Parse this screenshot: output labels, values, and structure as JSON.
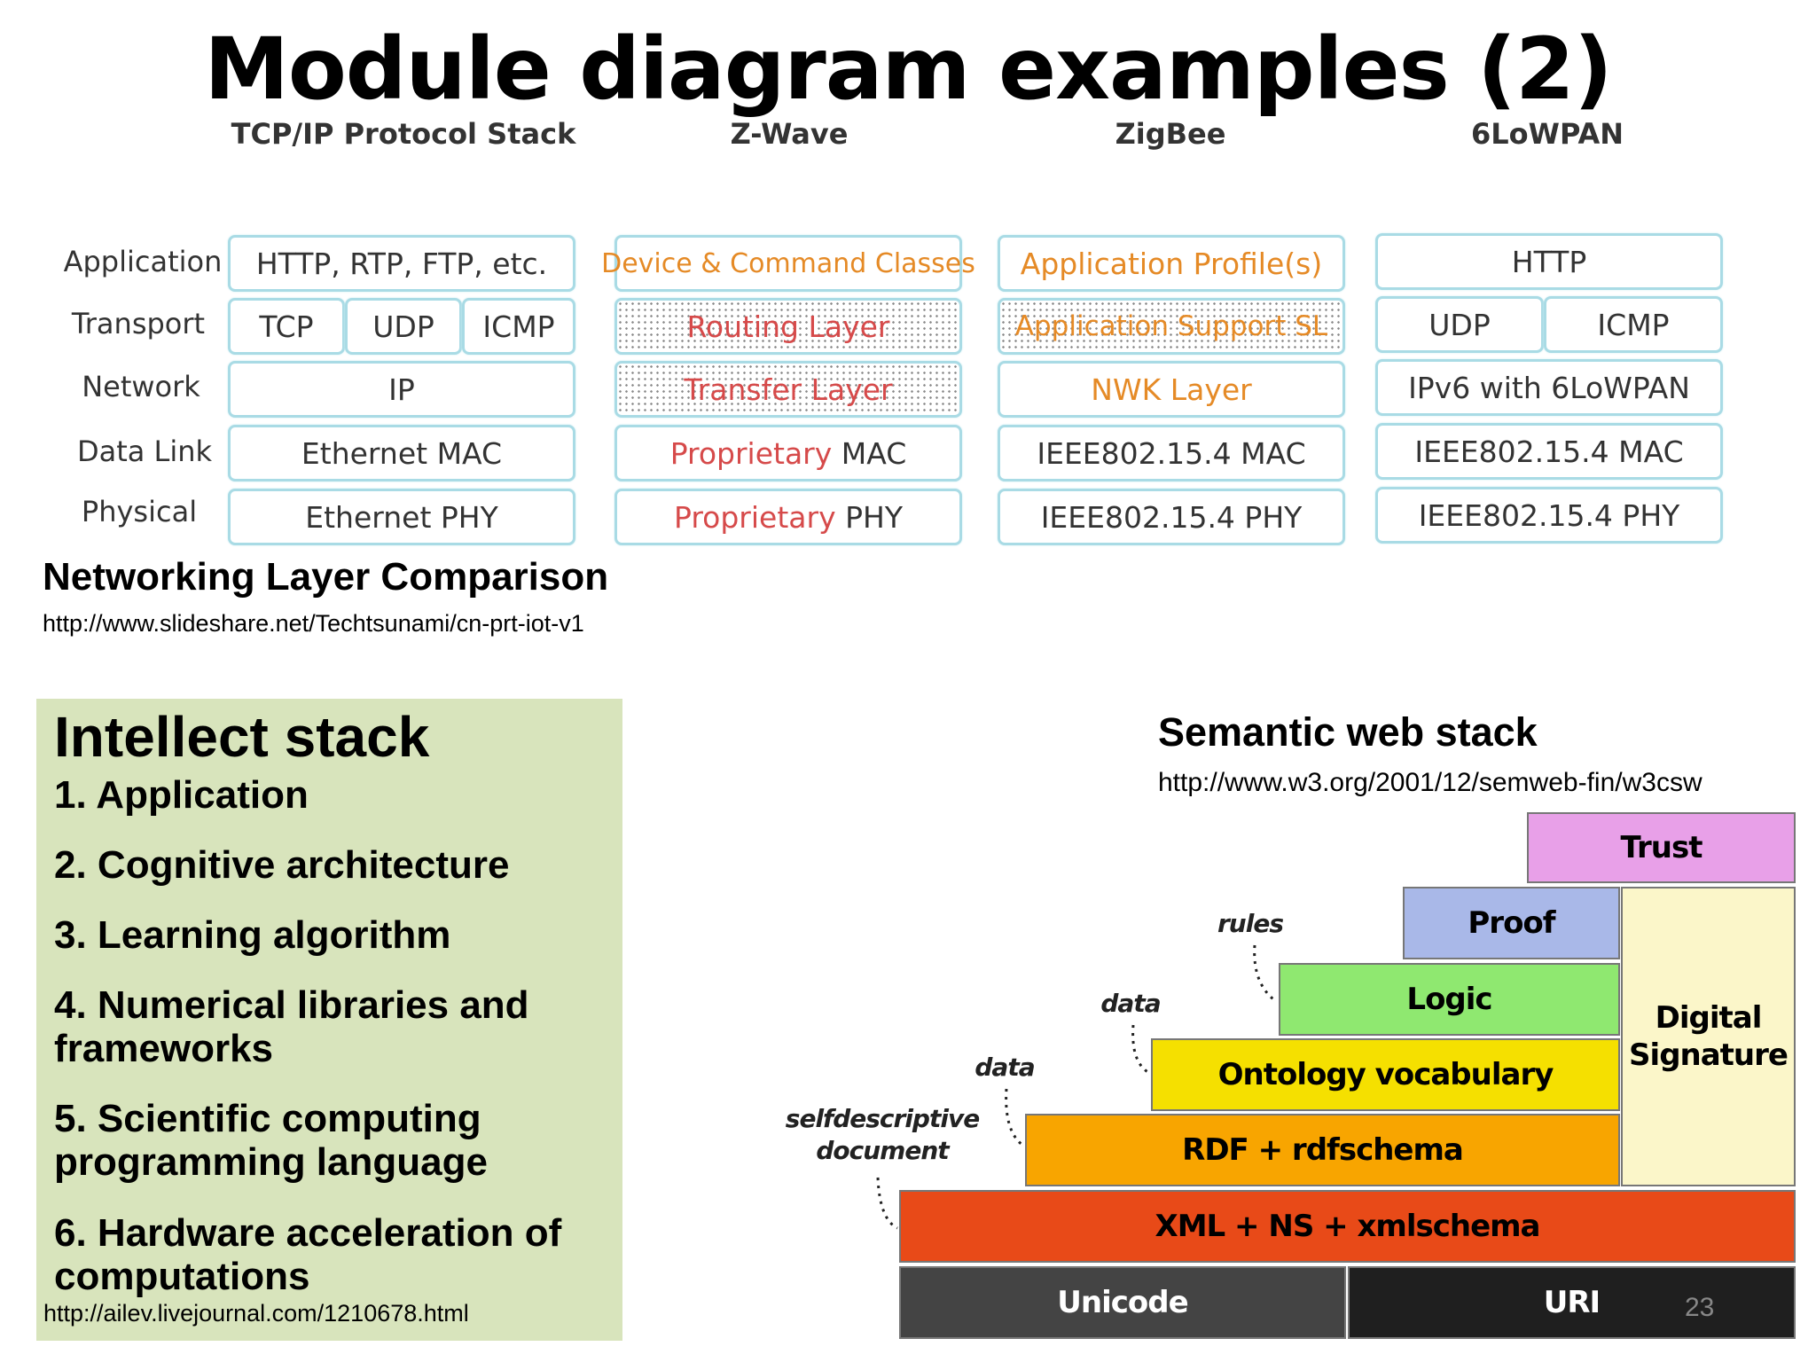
{
  "slide": {
    "title": "Module diagram examples (2)",
    "page_number": "23"
  },
  "networking": {
    "columns": [
      "TCP/IP Protocol Stack",
      "Z-Wave",
      "ZigBee",
      "6LoWPAN"
    ],
    "row_labels": [
      "Application",
      "Transport",
      "Network",
      "Data Link",
      "Physical"
    ],
    "tcpip": {
      "application": "HTTP, RTP, FTP, etc.",
      "transport": [
        "TCP",
        "UDP",
        "ICMP"
      ],
      "network": "IP",
      "datalink": "Ethernet MAC",
      "physical": "Ethernet PHY"
    },
    "zwave": {
      "application": "Device & Command Classes",
      "transport": "Routing Layer",
      "network": "Transfer Layer",
      "datalink_a": "Proprietary",
      "datalink_b": "MAC",
      "physical_a": "Proprietary",
      "physical_b": "PHY"
    },
    "zigbee": {
      "application": "Application Profile(s)",
      "transport": "Application Support SL",
      "network": "NWK Layer",
      "datalink": "IEEE802.15.4 MAC",
      "physical": "IEEE802.15.4 PHY"
    },
    "sixlowpan": {
      "application": "HTTP",
      "transport": [
        "UDP",
        "ICMP"
      ],
      "network": "IPv6 with 6LoWPAN",
      "datalink": "IEEE802.15.4 MAC",
      "physical": "IEEE802.15.4 PHY"
    },
    "caption": "Networking Layer Comparison",
    "source_url": "http://www.slideshare.net/Techtsunami/cn-prt-iot-v1"
  },
  "intellect": {
    "title": "Intellect stack",
    "items": [
      "1. Application",
      "2. Cognitive architecture",
      "3. Learning algorithm",
      "4. Numerical libraries and frameworks",
      "5. Scientific computing programming language",
      "6. Hardware acceleration of computations"
    ],
    "source_url": "http://ailev.livejournal.com/1210678.html"
  },
  "semantic_web": {
    "title": "Semantic web stack",
    "source_url": "http://www.w3.org/2001/12/semweb-fin/w3csw",
    "layers": {
      "trust": "Trust",
      "proof": "Proof",
      "logic": "Logic",
      "ontology": "Ontology vocabulary",
      "rdf": "RDF + rdfschema",
      "xml": "XML + NS + xmlschema",
      "unicode": "Unicode",
      "uri": "URI",
      "digital_signature": "Digital Signature"
    },
    "notes": {
      "rules": "rules",
      "data_upper": "data",
      "data_lower": "data",
      "selfdescriptive": "selfdescriptive document"
    },
    "colors": {
      "trust": "#e8a0e8",
      "proof": "#a9b8e8",
      "logic": "#8fe870",
      "ontology": "#f5e000",
      "rdf": "#f8a500",
      "xml": "#e84a18",
      "unicode": "#444444",
      "uri": "#1f1f1f",
      "digital_signature": "#fbf6c9"
    }
  }
}
